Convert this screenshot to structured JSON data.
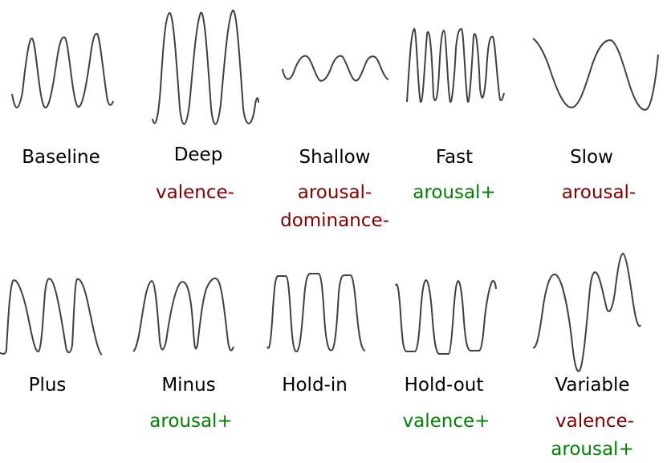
{
  "colors": {
    "wave": "#404040",
    "label": "#000000",
    "negative": "#800000",
    "positive": "#008000"
  },
  "patterns": [
    {
      "name": "Baseline",
      "tags": []
    },
    {
      "name": "Deep",
      "tags": [
        {
          "text": "valence-",
          "sign": "neg"
        }
      ]
    },
    {
      "name": "Shallow",
      "tags": [
        {
          "text": "arousal-",
          "sign": "neg"
        },
        {
          "text": "dominance-",
          "sign": "neg"
        }
      ]
    },
    {
      "name": "Fast",
      "tags": [
        {
          "text": "arousal+",
          "sign": "pos"
        }
      ]
    },
    {
      "name": "Slow",
      "tags": [
        {
          "text": "arousal-",
          "sign": "neg"
        }
      ]
    },
    {
      "name": "Plus",
      "tags": []
    },
    {
      "name": "Minus",
      "tags": [
        {
          "text": "arousal+",
          "sign": "pos"
        }
      ]
    },
    {
      "name": "Hold-in",
      "tags": []
    },
    {
      "name": "Hold-out",
      "tags": [
        {
          "text": "valence+",
          "sign": "pos"
        }
      ]
    },
    {
      "name": "Variable",
      "tags": [
        {
          "text": "valence-",
          "sign": "neg"
        },
        {
          "text": "arousal+",
          "sign": "pos"
        }
      ]
    }
  ]
}
